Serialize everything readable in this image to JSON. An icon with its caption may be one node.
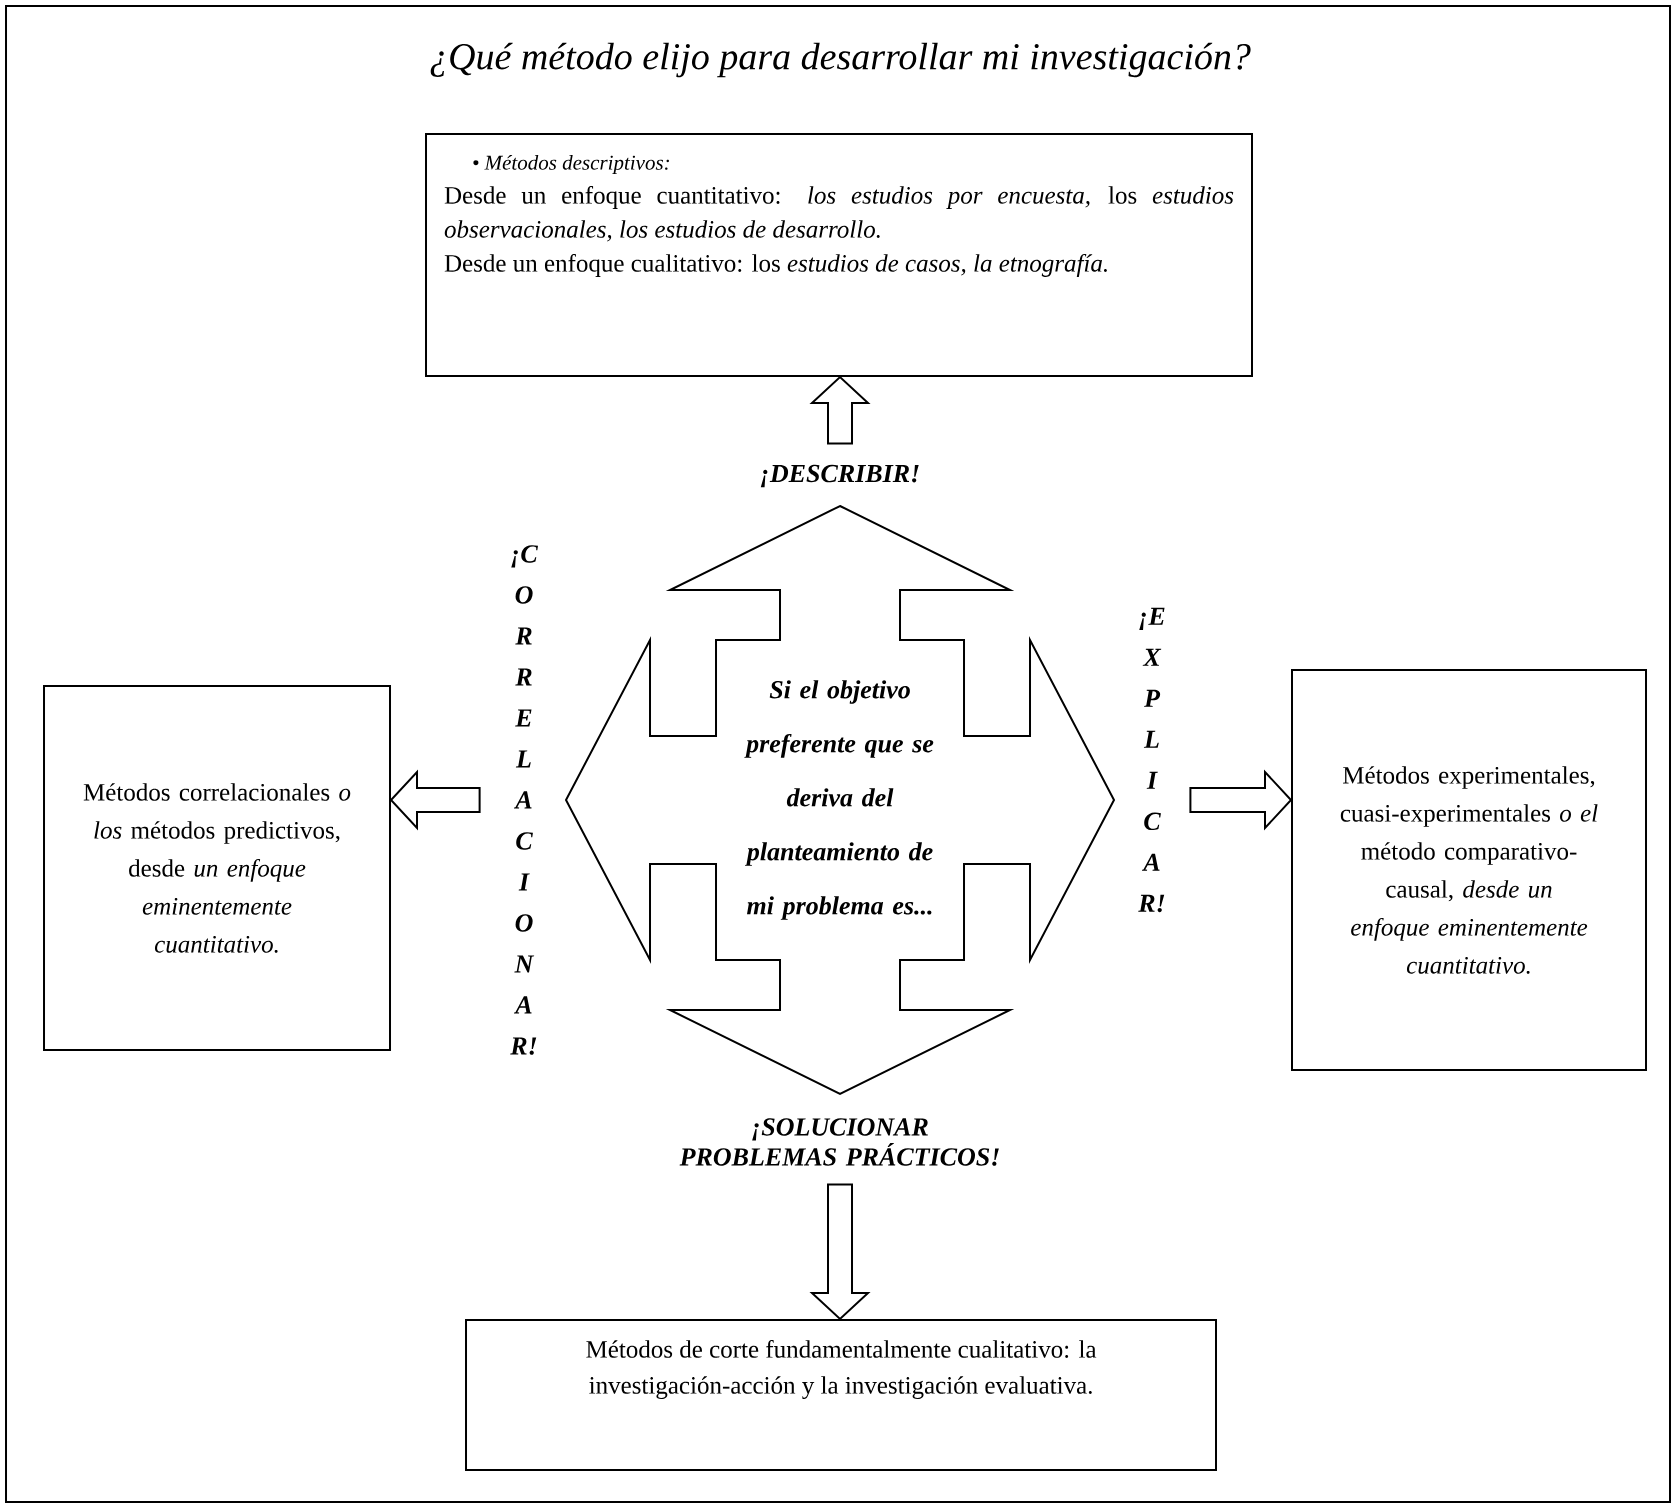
{
  "diagram": {
    "title": "¿Qué método elijo para desarrollar mi investigación?",
    "nodes": [
      {
        "text": [
          "Si el objetivo preferente que se deriva del planteamiento de mi problema es..."
        ]
      },
      {
        "text": [
          "• Métodos descriptivos:",
          "Desde un enfoque cuantitativo: *los estudios por encuesta,* los *estudios observacionales, los estudios de desarrollo.*",
          "Desde un enfoque cualitativo: los *estudios de casos, la etnografía.*"
        ]
      },
      {
        "text": [
          "Métodos correlacionales *o los* métodos predictivos, desde *un enfoque eminentemente cuantitativo.*"
        ]
      },
      {
        "text": [
          "Métodos experimentales, cuasi-experimentales *o el* método comparativo-causal, *desde un enfoque eminentemente cuantitativo.*"
        ]
      },
      {
        "text": [
          "Métodos de corte fundamentalmente cualitativo: la investigación-acción y la investigación evaluativa."
        ]
      }
    ],
    "edges": [
      {
        "from": 0,
        "to": 1,
        "arrow": "to",
        "label": "¡DESCRIBIR!"
      },
      {
        "from": 0,
        "to": 2,
        "arrow": "to",
        "label": "¡CORRELACIONAR!"
      },
      {
        "from": 0,
        "to": 3,
        "arrow": "to",
        "label": "¡EXPLICAR!"
      },
      {
        "from": 0,
        "to": 4,
        "arrow": "to",
        "label": "¡SOLUCIONAR PROBLEMAS PRÁCTICOS!"
      }
    ]
  }
}
